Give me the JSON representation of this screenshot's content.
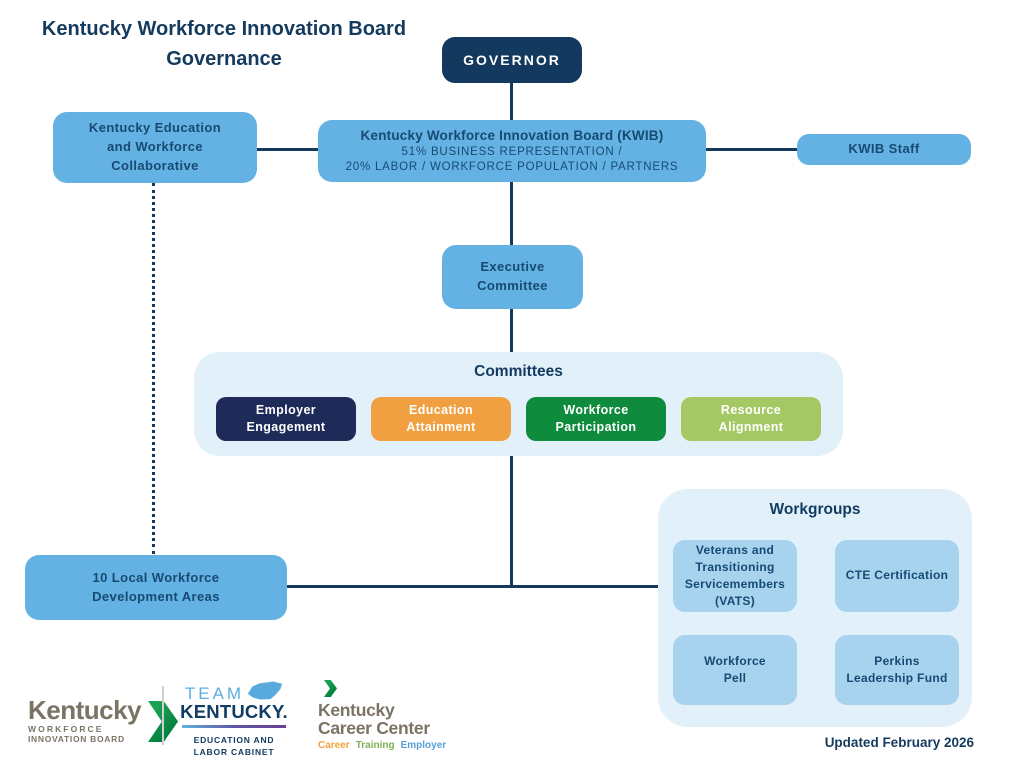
{
  "colors": {
    "navy_text": "#143a5e",
    "governor_bg": "#14395e",
    "node_blue": "#64b2e3",
    "node_text": "#174a73",
    "panel_light_blue": "#e2f0fa",
    "workgroup_box_blue": "#a7d3ef",
    "connector_navy": "#14395e",
    "committee_navy": "#1e2a57",
    "committee_orange": "#f0a041",
    "committee_green": "#0f8b3d",
    "committee_light_green": "#a4c964",
    "logo_olive": "#7b7465",
    "logo_green": "#0f9145",
    "team_kentucky_light_blue": "#5dade0"
  },
  "header": {
    "title_line1": "Kentucky Workforce Innovation Board",
    "title_line2": "Governance"
  },
  "nodes": {
    "governor": "GOVERNOR",
    "kwib_title": "Kentucky Workforce Innovation Board (KWIB)",
    "kwib_sub1": "51% BUSINESS REPRESENTATION /",
    "kwib_sub2": "20% LABOR / WORKFORCE POPULATION / PARTNERS",
    "collaborative": "Kentucky Education\nand Workforce\nCollaborative",
    "kwib_staff": "KWIB Staff",
    "executive_committee": "Executive\nCommittee",
    "local_areas": "10 Local Workforce\nDevelopment Areas"
  },
  "committees": {
    "title": "Committees",
    "items": [
      {
        "label": "Employer\nEngagement",
        "color": "#1e2a57"
      },
      {
        "label": "Education\nAttainment",
        "color": "#f0a041"
      },
      {
        "label": "Workforce\nParticipation",
        "color": "#0f8b3d"
      },
      {
        "label": "Resource\nAlignment",
        "color": "#a4c964"
      }
    ]
  },
  "workgroups": {
    "title": "Workgroups",
    "items": [
      {
        "label": "Veterans and\nTransitioning\nServicemembers\n(VATS)"
      },
      {
        "label": "CTE Certification"
      },
      {
        "label": "Workforce\nPell"
      },
      {
        "label": "Perkins\nLeadership Fund"
      }
    ]
  },
  "logos": {
    "kwib_board": {
      "name": "Kentucky",
      "sub1": "WORKFORCE",
      "sub2": "INNOVATION BOARD"
    },
    "team_kentucky": {
      "team": "TEAM",
      "kentucky": "KENTUCKY.",
      "cabinet_line1": "EDUCATION AND",
      "cabinet_line2": "LABOR CABINET"
    },
    "career_center": {
      "line1": "Kentucky",
      "line2": "Career Center",
      "tag1": "Career",
      "tag2": "Training",
      "tag3": "Employer"
    }
  },
  "footer": {
    "updated": "Updated February 2026"
  }
}
